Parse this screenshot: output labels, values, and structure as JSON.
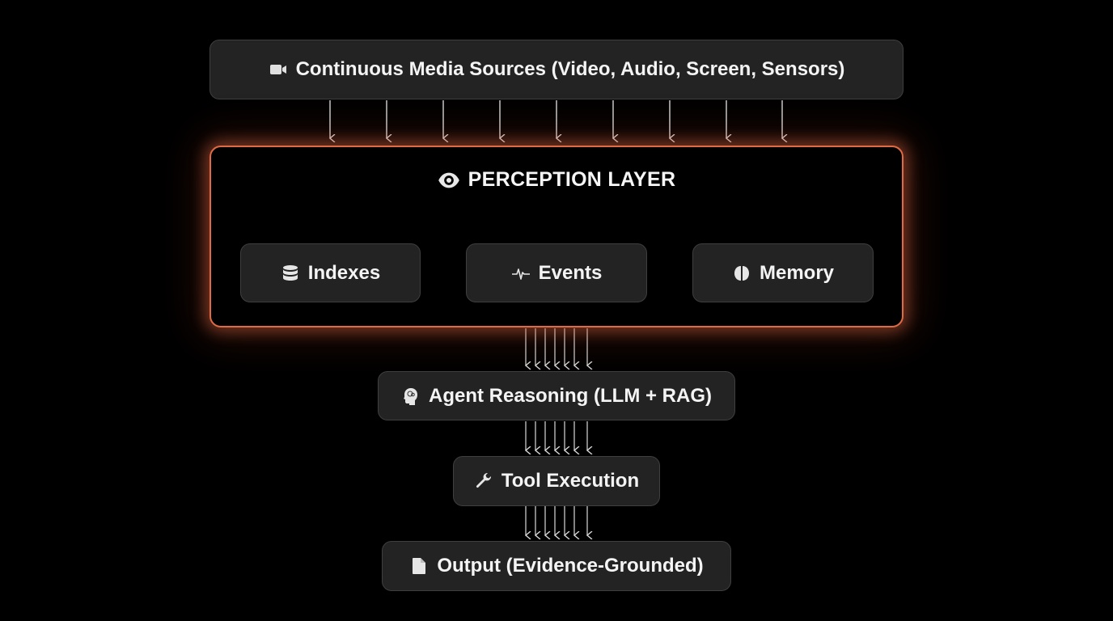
{
  "sources": {
    "label": "Continuous Media Sources (Video, Audio, Screen, Sensors)",
    "icon": "video-camera-icon"
  },
  "perception": {
    "title": "PERCEPTION LAYER",
    "icon": "eye-icon",
    "border_color": "#e06a46",
    "components": [
      {
        "label": "Indexes",
        "icon": "database-icon"
      },
      {
        "label": "Events",
        "icon": "pulse-icon"
      },
      {
        "label": "Memory",
        "icon": "brain-icon"
      }
    ]
  },
  "reasoning": {
    "label": "Agent Reasoning (LLM + RAG)",
    "icon": "head-brain-icon"
  },
  "tools": {
    "label": "Tool Execution",
    "icon": "wrench-icon"
  },
  "output": {
    "label": "Output (Evidence-Grounded)",
    "icon": "document-icon"
  },
  "colors": {
    "background": "#000000",
    "box": "#232323",
    "box_border": "#3f3f3f",
    "accent": "#e06a46",
    "arrow": "#d8d8d8"
  }
}
